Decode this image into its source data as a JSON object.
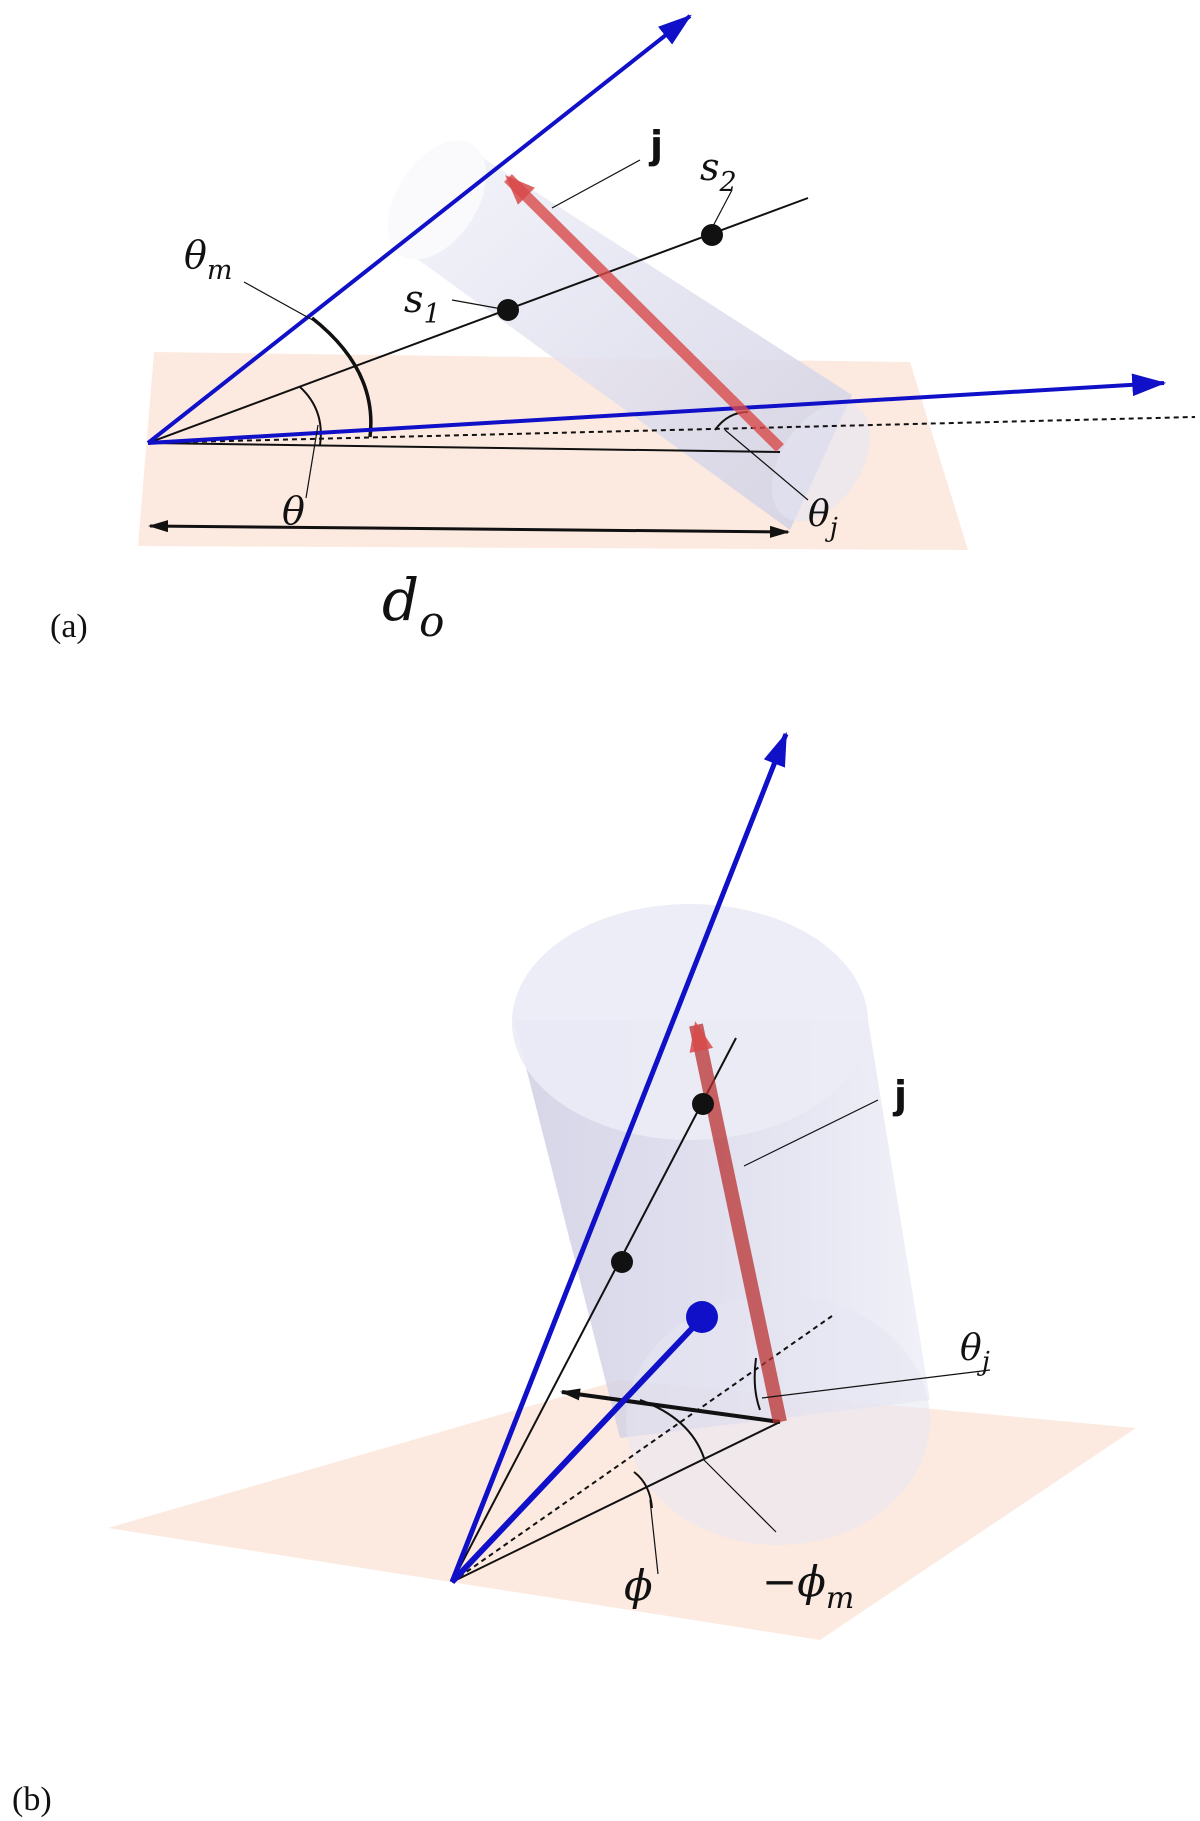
{
  "panel_a": {
    "panel_label": "(a)",
    "labels": {
      "theta_m": "θm",
      "j": "j",
      "s2": "s2",
      "s1": "s1",
      "theta": "θ",
      "theta_j": "θj",
      "d_o": "do"
    }
  },
  "panel_b": {
    "panel_label": "(b)",
    "labels": {
      "j": "j",
      "theta_j": "θj",
      "phi": "ϕ",
      "minus_phi_m": "−ϕm"
    }
  },
  "colors": {
    "blue_axis": "#1010c8",
    "red_vector": "#c83a3a",
    "plane": "#fbe3d6",
    "cylinder": "#d8d8ec",
    "black": "#111111"
  }
}
